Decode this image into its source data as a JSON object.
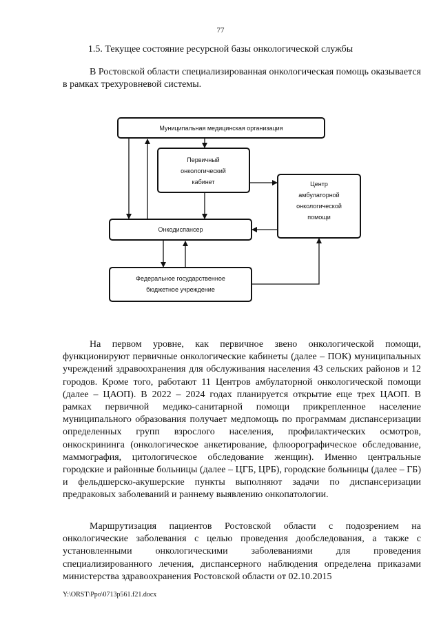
{
  "page_number": "77",
  "section_title": "1.5. Текущее состояние ресурсной базы онкологической службы",
  "intro_text": "В Ростовской области специализированная онкологическая помощь оказывается в рамках трехуровневой системы.",
  "diagram": {
    "box_municipal": "Муниципальная медицинская организация",
    "box_pok_line1": "Первичный",
    "box_pok_line2": "онкологический",
    "box_pok_line3": "кабинет",
    "box_caop_line1": "Центр",
    "box_caop_line2": "амбулаторной",
    "box_caop_line3": "онкологической",
    "box_caop_line4": "помощи",
    "box_dispensary": "Онкодиспансер",
    "box_federal_line1": "Федеральное государственное",
    "box_federal_line2": "бюджетное учреждение"
  },
  "paragraph_1": "На первом уровне, как первичное звено онкологической помощи, функционируют первичные онкологические кабинеты (далее – ПОК) муниципальных учреждений здравоохранения для обслуживания населения 43 сельских районов и 12 городов. Кроме того, работают 11 Центров амбулаторной онкологической помощи (далее – ЦАОП). В 2022 – 2024 годах планируется открытие еще трех ЦАОП. В рамках первичной медико-санитарной помощи прикрепленное население муниципального образования получает медпомощь по программам диспансеризации определенных групп взрослого населения, профилактических осмотров, онкоскрининга (онкологическое анкетирование, флюорографическое обследование, маммография, цитологическое обследование женщин). Именно центральные городские и районные больницы (далее – ЦГБ, ЦРБ), городские больницы (далее – ГБ) и фельдшерско-акушерские пункты выполняют задачи по диспансеризации предраковых заболеваний и раннему выявлению онкопатологии.",
  "paragraph_2": "Маршрутизация пациентов Ростовской области с подозрением на онкологические заболевания с целью проведения дообследования, а также с установленными онкологическими заболеваниями для проведения специализированного лечения, диспансерного наблюдения определена приказами министерства здравоохранения Ростовской области от 02.10.2015",
  "footer_path": "Y:\\ORST\\Ppo\\0713p561.f21.docx"
}
